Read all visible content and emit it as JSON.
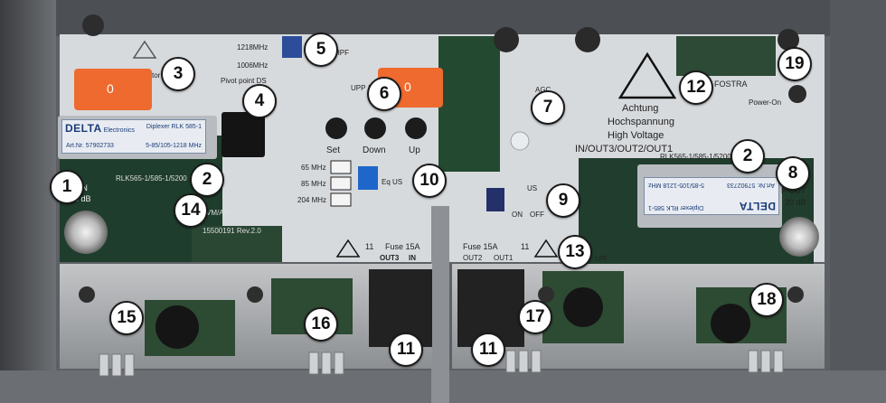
{
  "callouts": [
    "1",
    "2",
    "3",
    "4",
    "5",
    "6",
    "7",
    "8",
    "9",
    "10",
    "11",
    "12",
    "13",
    "14",
    "15",
    "16",
    "17",
    "18",
    "19"
  ],
  "board": {
    "freq_1218": "1218MHz",
    "freq_1006": "1006MHz",
    "pivot_ds": "Pivot point DS",
    "hpf": "HPF",
    "upp": "UPP 1",
    "agc": "AGC",
    "tor_ds": "tor DS",
    "set_label": "Set",
    "down_label": "Down",
    "up_label": "Up",
    "display_value": "",
    "f65": "65 MHz",
    "f85": "85 MHz",
    "f204": "204 MHz",
    "eq_us": "Eq US",
    "us": "US",
    "on": "ON",
    "off": "OFF",
    "rlk_left": "RLK565-1/585-1/5200",
    "rlk_right": "RLK565-1/585-1/5200",
    "tp_in": "TP IN",
    "tp_in_db": "-20 dB",
    "out_right": "P OUT",
    "out_right_db": "20 dB",
    "vmam": "VM/AM",
    "board_id": "15500191 Rev.2.0",
    "fostra": "FOSTRA",
    "power_on": "Power-On",
    "warning": [
      "Achtung",
      "Hochspannung",
      "High Voltage",
      "IN/OUT3/OUT2/OUT1"
    ],
    "fuse_left": "Fuse 15A",
    "fuse_right": "Fuse 15A",
    "fuse_num": "11",
    "out3": "OUT3",
    "in": "IN",
    "out2": "OUT2",
    "out1": "OUT1",
    "lpf": "LPF"
  },
  "diplexer_label": {
    "brand": "DELTA",
    "sub": "Electronics",
    "model": "Diplexer RLK 585-1",
    "art": "Art.Nr. 57902733",
    "band": "5-85/105-1218 MHz"
  },
  "relay_value": "0",
  "colors": {
    "panel": "#d7dadd",
    "relay": "#ee6a2f",
    "pcb": "#1f3d2c",
    "metal": "#a7a9ab",
    "blue_switch": "#1e66c9"
  }
}
